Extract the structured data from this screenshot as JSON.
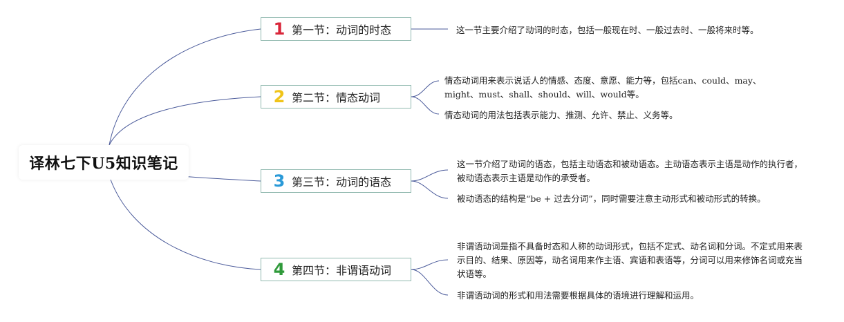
{
  "root": {
    "title": "译林七下U5知识笔记"
  },
  "colors": {
    "line": "#4a5a9a",
    "node_border": "#8fb8ae",
    "num1": "#d9263a",
    "num2": "#f0c419",
    "num3": "#2a9ad8",
    "num4": "#2f9a3a"
  },
  "sections": [
    {
      "number": "1",
      "label": "第一节：动词的时态",
      "notes": [
        "这一节主要介绍了动词的时态，包括一般现在时、一般过去时、一般将来时等。"
      ]
    },
    {
      "number": "2",
      "label": "第二节：情态动词",
      "notes": [
        "情态动词用来表示说话人的情感、态度、意愿、能力等，包括can、could、may、might、must、shall、should、will、would等。",
        "情态动词的用法包括表示能力、推测、允许、禁止、义务等。"
      ]
    },
    {
      "number": "3",
      "label": "第三节：动词的语态",
      "notes": [
        "这一节介绍了动词的语态，包括主动语态和被动语态。主动语态表示主语是动作的执行者，被动语态表示主语是动作的承受者。",
        "被动语态的结构是“be + 过去分词”，同时需要注意主动形式和被动形式的转换。"
      ]
    },
    {
      "number": "4",
      "label": "第四节：非谓语动词",
      "notes": [
        "非谓语动词是指不具备时态和人称的动词形式，包括不定式、动名词和分词。不定式用来表示目的、结果、原因等，动名词用来作主语、宾语和表语等，分词可以用来修饰名词或充当状语等。",
        "非谓语动词的形式和用法需要根据具体的语境进行理解和运用。"
      ]
    }
  ]
}
